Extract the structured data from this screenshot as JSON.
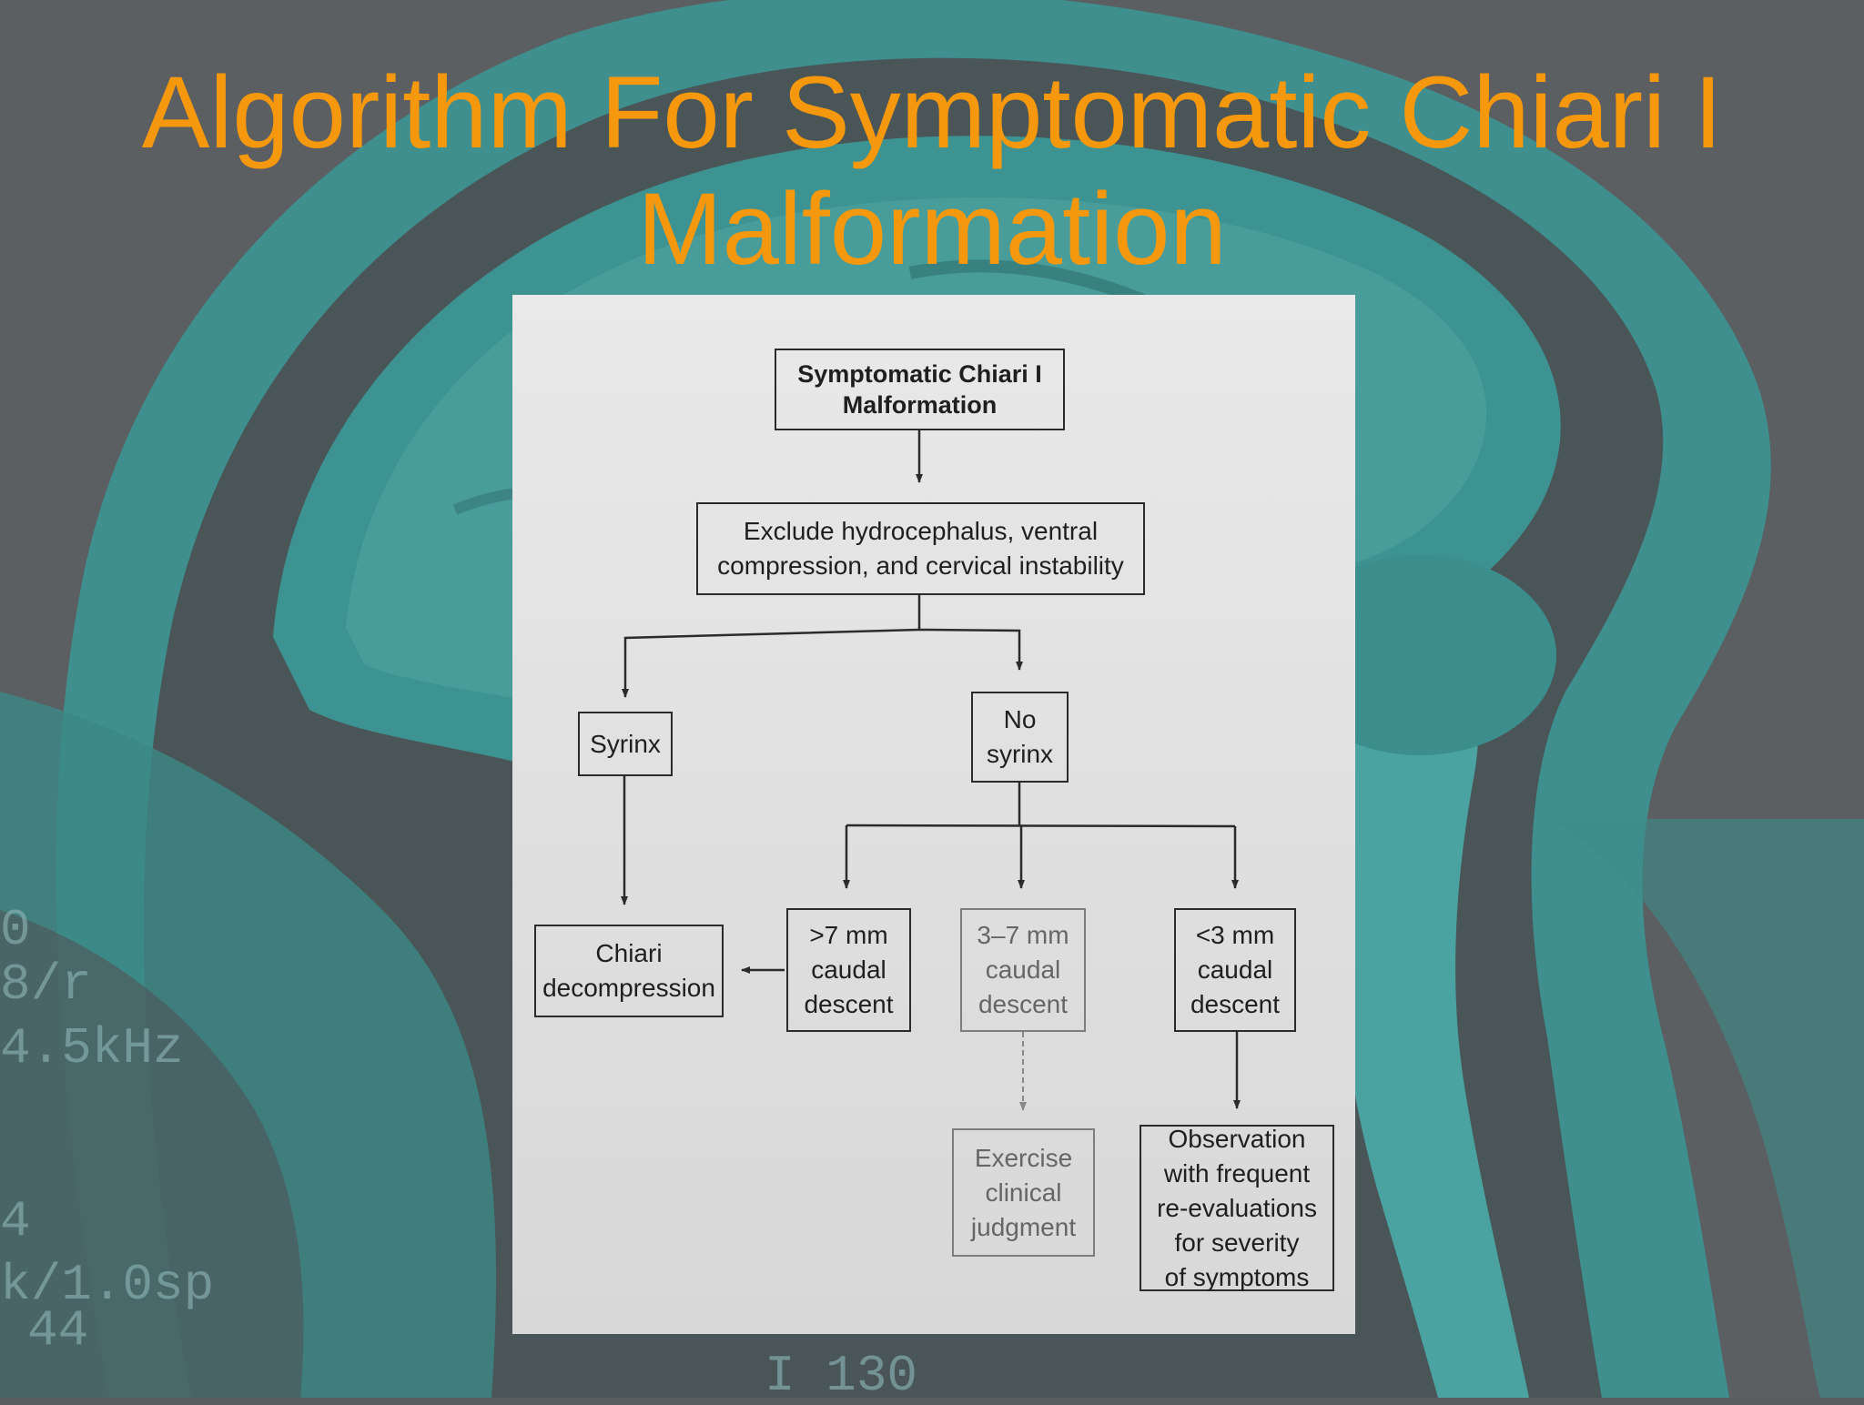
{
  "title": {
    "line1": "Algorithm For Symptomatic Chiari I",
    "line2": "Malformation"
  },
  "background_scan_text": {
    "left_1": "0",
    "left_2": "8/r",
    "left_3": "4.5kHz",
    "left_4": "4",
    "left_5": "k/1.0sp",
    "left_6": "44",
    "bottom_center": "I 130"
  },
  "colors": {
    "title": "#f5980e",
    "scan_teal": "#3f9a98",
    "slide_background": "#5a5e60",
    "paper": "#e4e4e4"
  },
  "flowchart": {
    "root": [
      "Symptomatic Chiari I",
      "Malformation"
    ],
    "exclude": [
      "Exclude hydrocephalus, ventral",
      "compression, and cervical instability"
    ],
    "syrinx": "Syrinx",
    "no_syrinx": [
      "No",
      "syrinx"
    ],
    "chiari_decompression": [
      "Chiari",
      "decompression"
    ],
    "gt7": [
      ">7 mm",
      "caudal",
      "descent"
    ],
    "mid": [
      "3–7 mm",
      "caudal",
      "descent"
    ],
    "lt3": [
      "<3 mm",
      "caudal",
      "descent"
    ],
    "exercise": [
      "Exercise",
      "clinical",
      "judgment"
    ],
    "observation": [
      "Observation",
      "with frequent",
      "re-evaluations",
      "for severity",
      "of symptoms"
    ]
  }
}
